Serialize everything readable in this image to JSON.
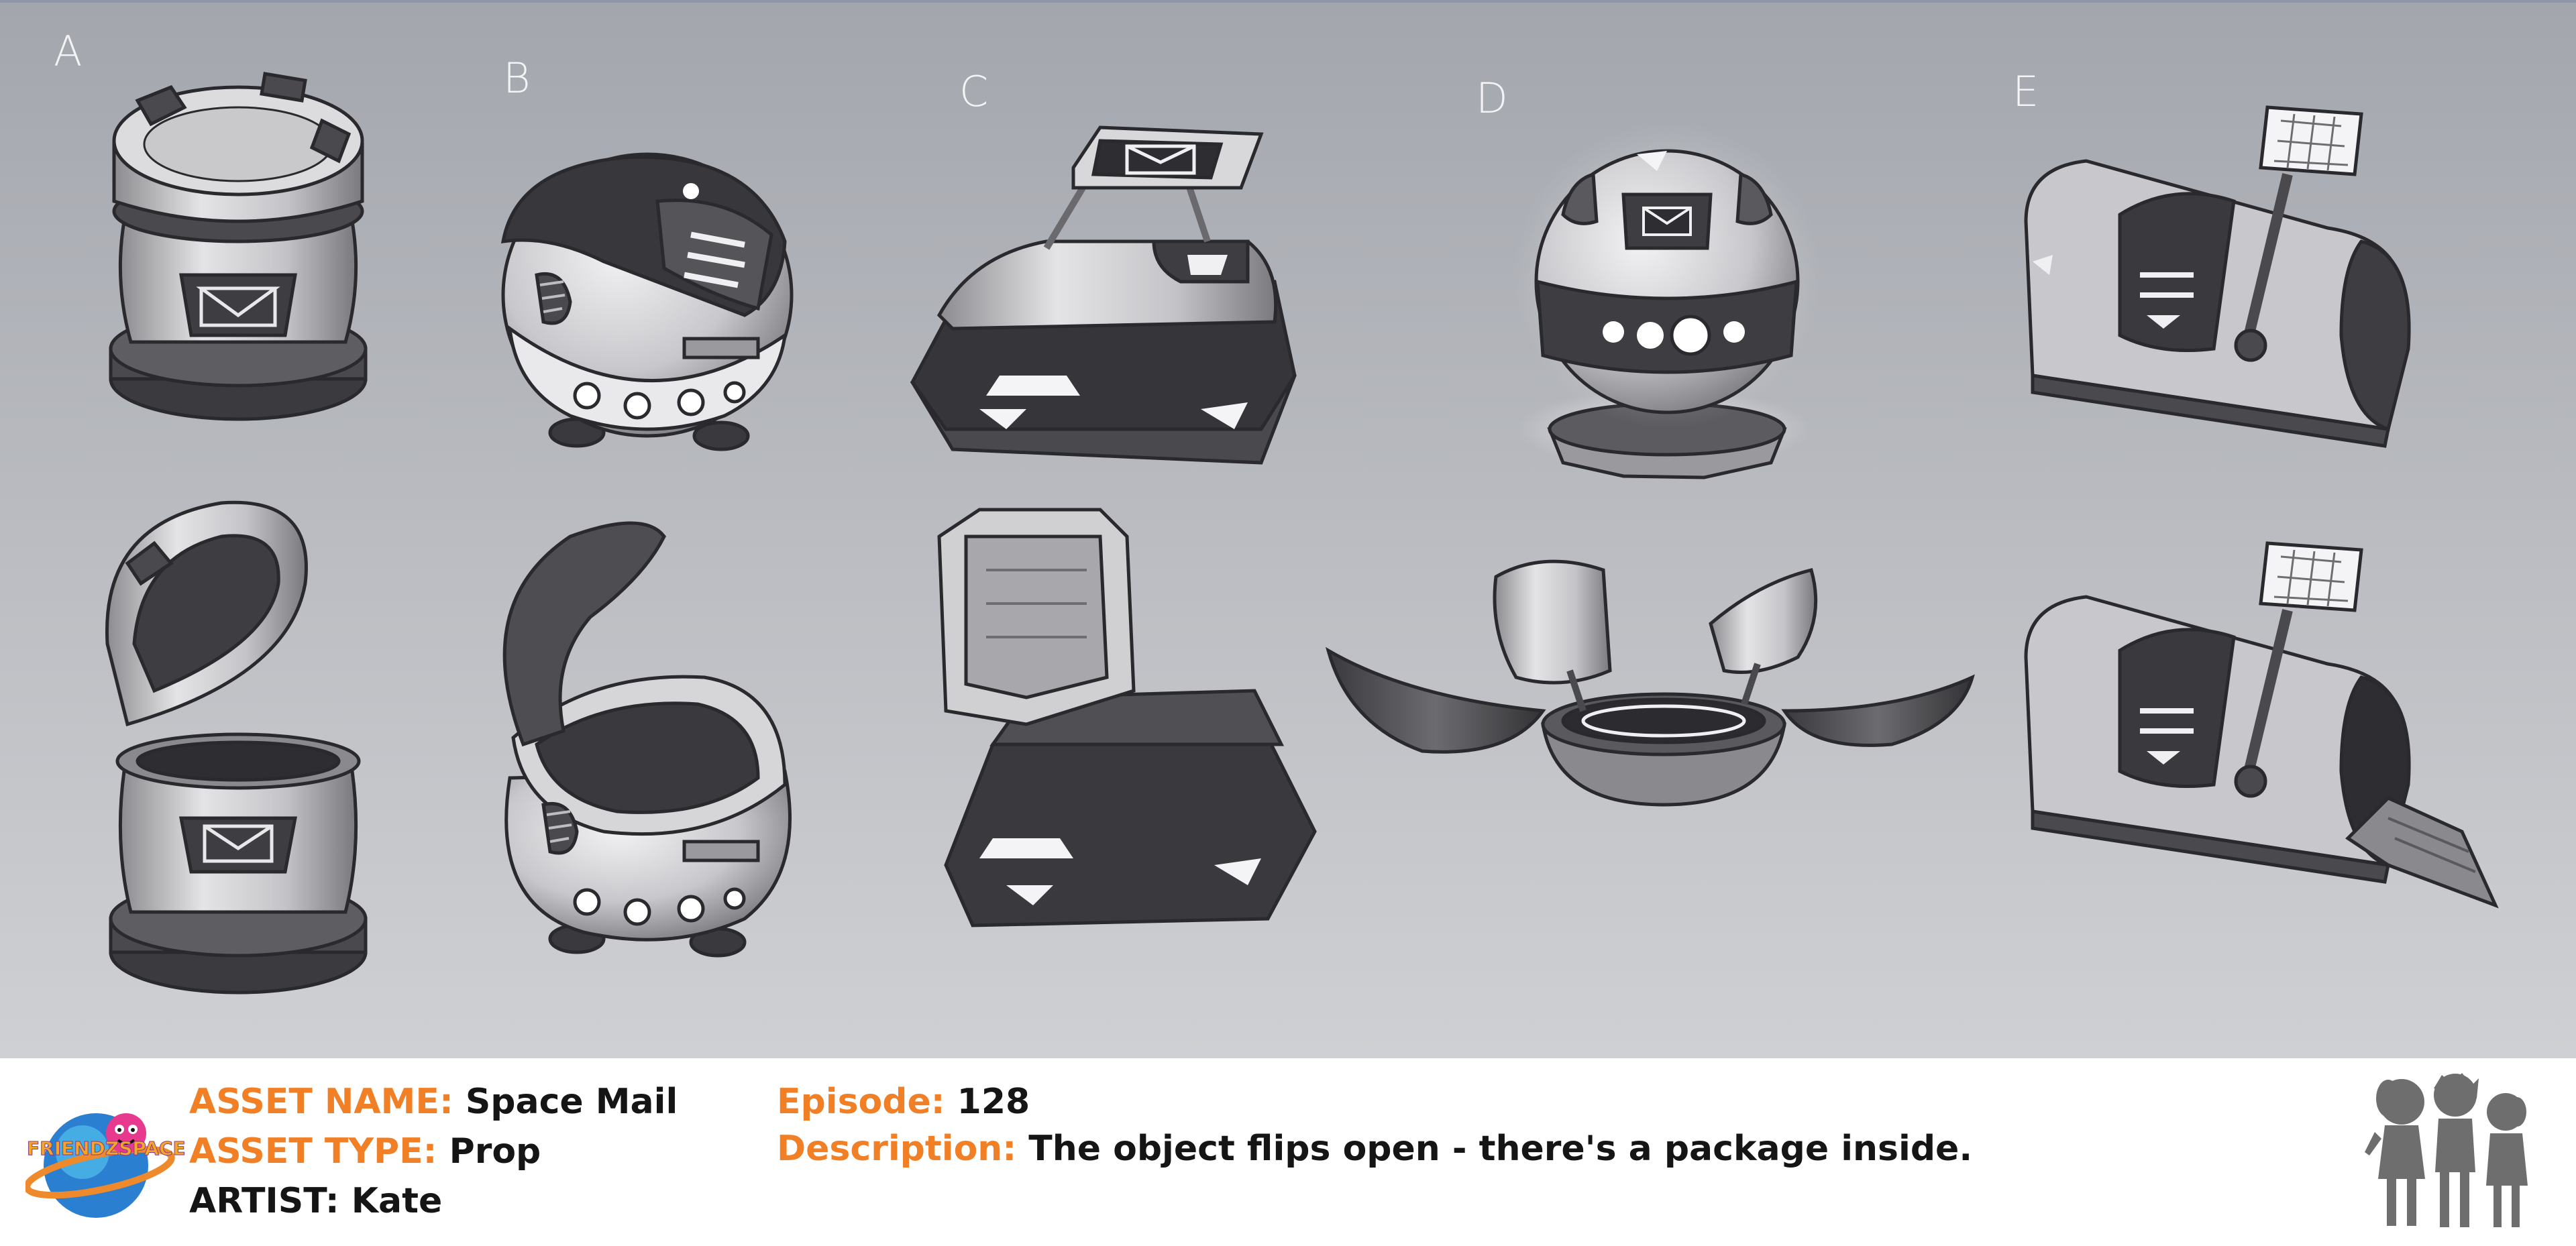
{
  "sheet": {
    "variant_letters": [
      "A",
      "B",
      "C",
      "D",
      "E"
    ]
  },
  "logo": {
    "text": "FRIENDZSPACE"
  },
  "info": {
    "asset_name_label": "ASSET NAME:",
    "asset_name_value": "Space Mail",
    "asset_type_label": "ASSET TYPE:",
    "asset_type_value": "Prop",
    "artist_label": "ARTIST:",
    "artist_value": "Kate",
    "episode_label": "Episode:",
    "episode_value": "128",
    "description_label": "Description:",
    "description_value": "The object flips open - there's a package inside."
  },
  "colors": {
    "label_orange": "#f07f26",
    "text_dark": "#151515",
    "bg_top": "#a3a6ad",
    "bg_bottom": "#cfd0d3",
    "footer_bg": "#ffffff"
  }
}
